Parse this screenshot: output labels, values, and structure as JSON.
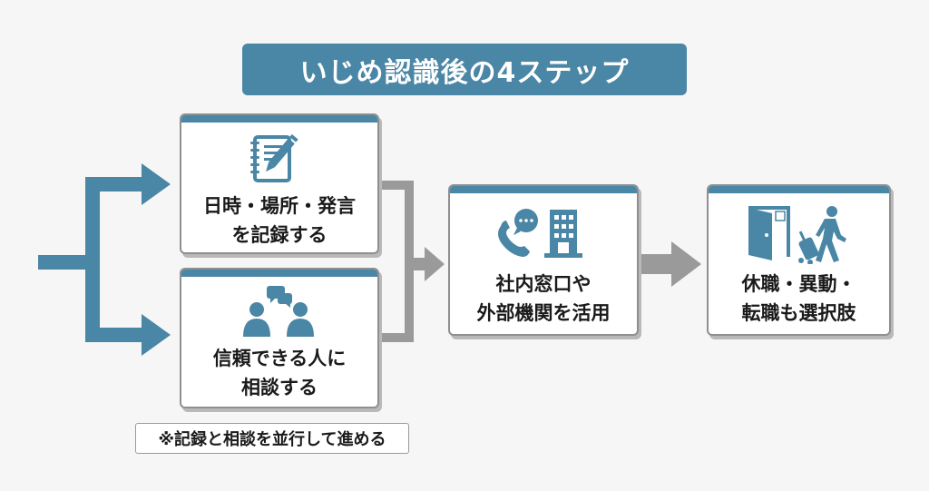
{
  "title": "いじめ認識後の4ステップ",
  "colors": {
    "accent": "#4a86a5",
    "connector_gray": "#999999",
    "background": "#f6f6f6",
    "card_border": "#8f8f8f"
  },
  "steps": [
    {
      "id": "record",
      "icon": "notebook-pencil-icon",
      "lines": [
        "日時・場所・発言",
        "を記録する"
      ]
    },
    {
      "id": "consult",
      "icon": "people-conversation-icon",
      "lines": [
        "信頼できる人に",
        "相談する"
      ]
    },
    {
      "id": "window",
      "icon": "phone-chat-building-icon",
      "lines": [
        "社内窓口や",
        "外部機関を活用"
      ]
    },
    {
      "id": "leave",
      "icon": "exit-door-traveler-icon",
      "lines": [
        "休職・異動・",
        "転職も選択肢"
      ]
    }
  ],
  "note": "※記録と相談を並行して進める"
}
